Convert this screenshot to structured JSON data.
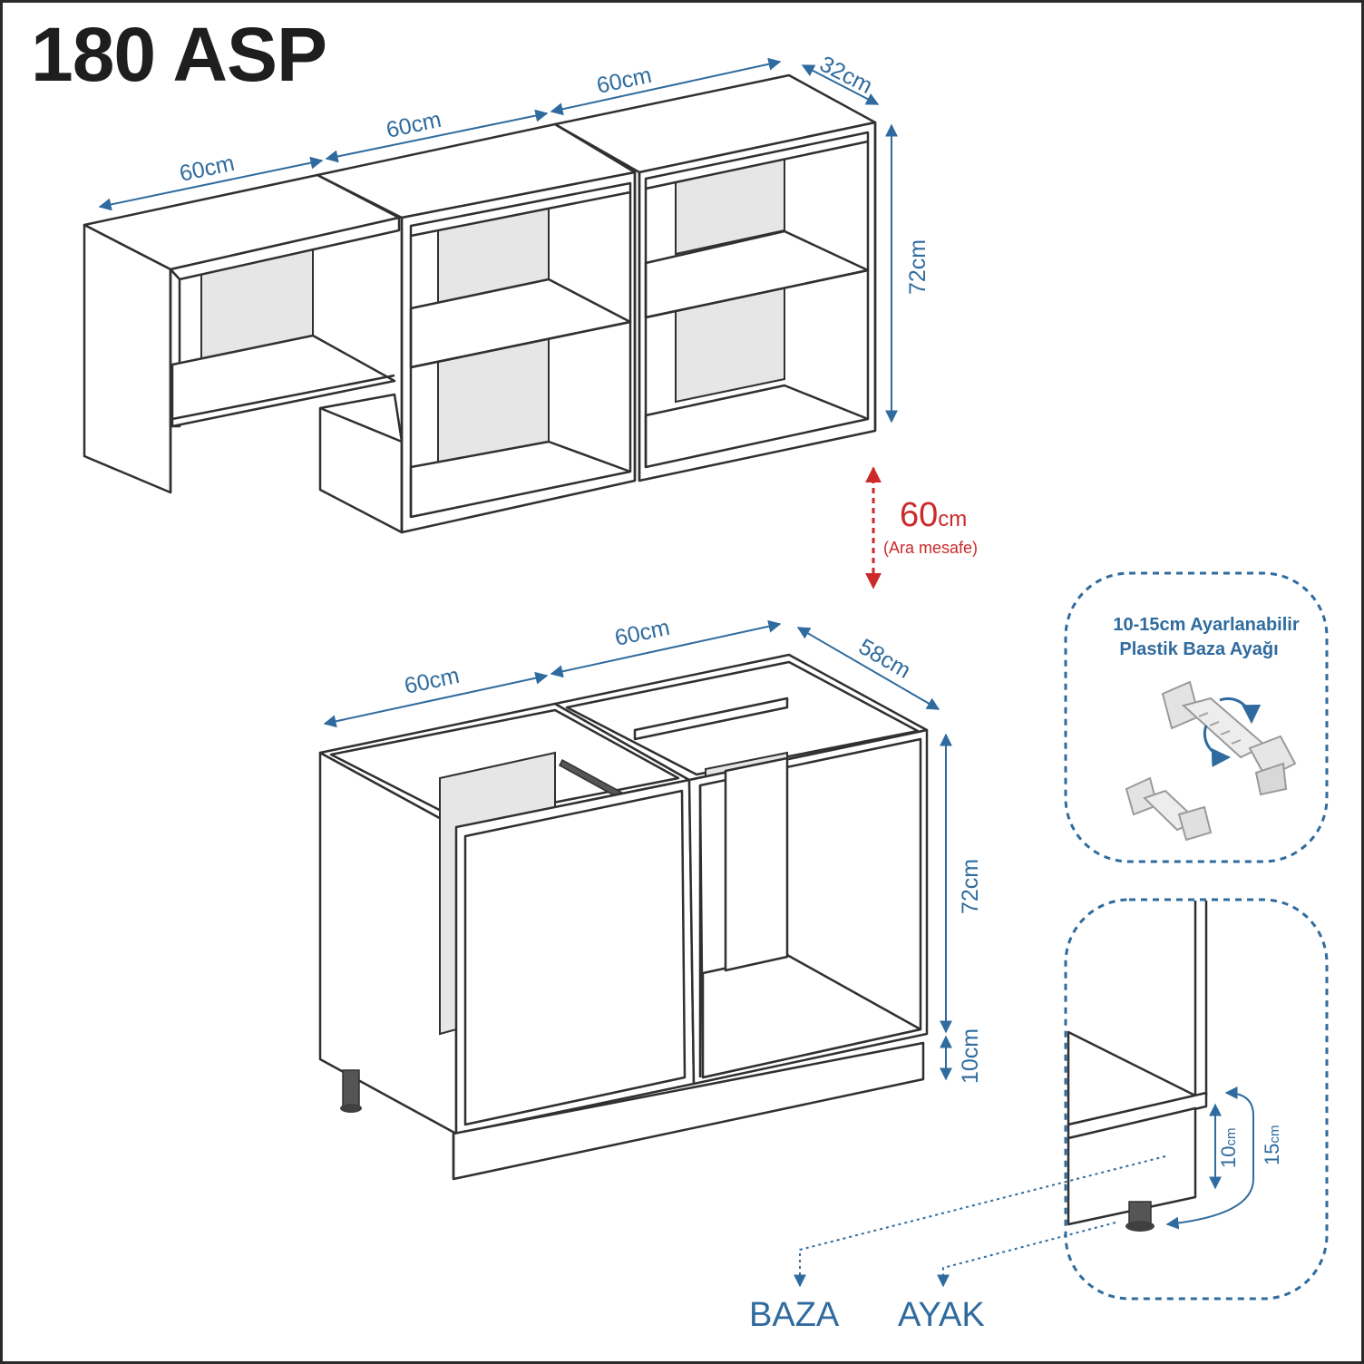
{
  "title": "180 ASP",
  "wall_unit": {
    "widths": [
      "60cm",
      "60cm",
      "60cm"
    ],
    "depth": "32cm",
    "height": "72cm"
  },
  "gap": {
    "value": "60",
    "unit": "cm",
    "note": "(Ara mesafe)"
  },
  "base_unit": {
    "widths": [
      "60cm",
      "60cm"
    ],
    "depth": "58cm",
    "height": "72cm",
    "plinth": "10cm"
  },
  "feet_box": {
    "line1": "10-15cm Ayarlanabilir",
    "line2": "Plastik Baza Ayağı"
  },
  "detail_box": {
    "plinth_value": "10",
    "plinth_unit": "cm",
    "max_value": "15",
    "max_unit": "cm"
  },
  "legend": {
    "plinth": "BAZA",
    "foot": "AYAK"
  },
  "colors": {
    "dimension": "#2f6b9e",
    "gap": "#cc2a2a",
    "outline": "#303030",
    "back_panel": "#e6e6e6"
  }
}
